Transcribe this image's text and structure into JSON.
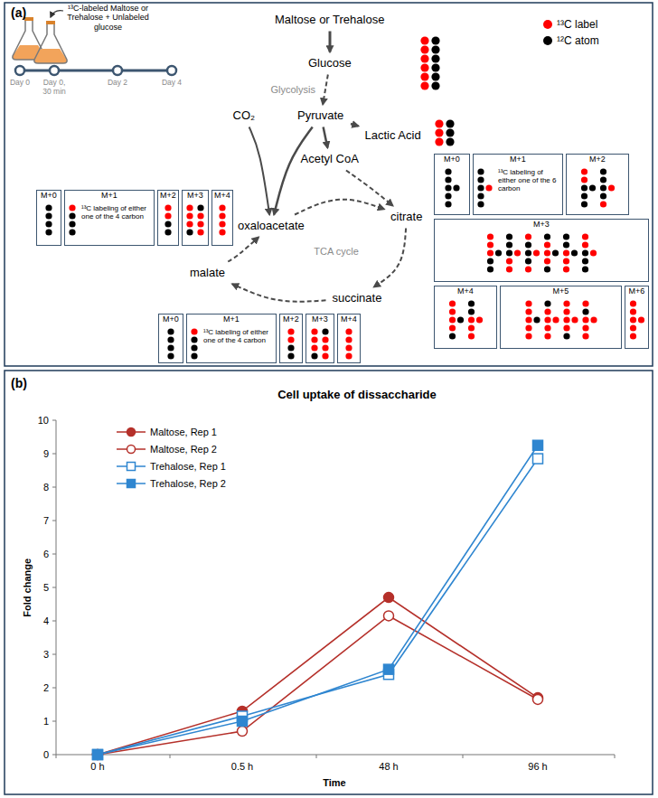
{
  "diagram": {
    "nodes": [
      {
        "text": [
          "Maltose or Trehalose"
        ]
      },
      {
        "text": [
          "Glucose"
        ]
      },
      {
        "text": [
          "CO₂"
        ]
      },
      {
        "text": [
          "Pyruvate"
        ]
      },
      {
        "text": [
          "Lactic Acid"
        ]
      },
      {
        "text": [
          "Acetyl CoA"
        ]
      },
      {
        "text": [
          "oxaloacetate"
        ]
      },
      {
        "text": [
          "citrate"
        ]
      },
      {
        "text": [
          "malate"
        ]
      },
      {
        "text": [
          "succinate"
        ]
      },
      {
        "text": [
          "M+0"
        ]
      },
      {
        "text": [
          "M+1",
          "¹³C labeling of either one of the 4 carbon"
        ]
      },
      {
        "text": [
          "M+2"
        ]
      },
      {
        "text": [
          "M+3"
        ]
      },
      {
        "text": [
          "M+4"
        ]
      },
      {
        "text": [
          "M+0"
        ]
      },
      {
        "text": [
          "M+1",
          "¹³C labeling of either one of the 6 carbon"
        ]
      },
      {
        "text": [
          "M+2"
        ]
      },
      {
        "text": [
          "M+3"
        ]
      },
      {
        "text": [
          "M+4"
        ]
      },
      {
        "text": [
          "M+5"
        ]
      },
      {
        "text": [
          "M+6"
        ]
      },
      {
        "text": [
          "M+0"
        ]
      },
      {
        "text": [
          "M+1",
          "¹³C labeling of either one of the 4 carbon"
        ]
      },
      {
        "text": [
          "M+2"
        ]
      },
      {
        "text": [
          "M+3"
        ]
      },
      {
        "text": [
          "M+4"
        ]
      }
    ],
    "edges": [
      {
        "from": 0,
        "to": 1,
        "arrow": "to"
      },
      {
        "from": 1,
        "to": 3,
        "label": "Glycolysis",
        "arrow": "to"
      },
      {
        "from": 3,
        "to": 4,
        "arrow": "to"
      },
      {
        "from": 3,
        "to": 5,
        "arrow": "to"
      },
      {
        "from": 3,
        "to": 6,
        "arrow": "to"
      },
      {
        "from": 2,
        "to": 6,
        "arrow": "to"
      },
      {
        "from": 5,
        "to": 7,
        "arrow": "to"
      },
      {
        "from": 6,
        "to": 7,
        "arrow": "to"
      },
      {
        "from": 7,
        "to": 9,
        "arrow": "to"
      },
      {
        "from": 9,
        "to": 8,
        "arrow": "to"
      },
      {
        "from": 8,
        "to": 6,
        "arrow": "to"
      }
    ],
    "labels": [
      "(a)",
      "¹³C-labeled Maltose or Trehalose + Unlabeled glucose",
      "Day 0",
      "Day 0, 30 min",
      "Day 2",
      "Day 4",
      "TCA cycle",
      "(b)",
      "Cell uptake of dissaccharide",
      "0",
      "1",
      "2",
      "3",
      "4",
      "5",
      "6",
      "7",
      "8",
      "9",
      "10",
      "0 h",
      "0.5 h",
      "48 h",
      "96 h",
      "Fold change",
      "Time"
    ],
    "legend": [
      {
        "text": "¹³C label",
        "color": "#ff0000"
      },
      {
        "text": "¹²C atom",
        "color": "#000000"
      },
      {
        "text": "Maltose, Rep 1"
      },
      {
        "text": "Maltose, Rep 2"
      },
      {
        "text": "Trehalose, Rep 1"
      },
      {
        "text": "Trehalose, Rep 2"
      }
    ]
  }
}
